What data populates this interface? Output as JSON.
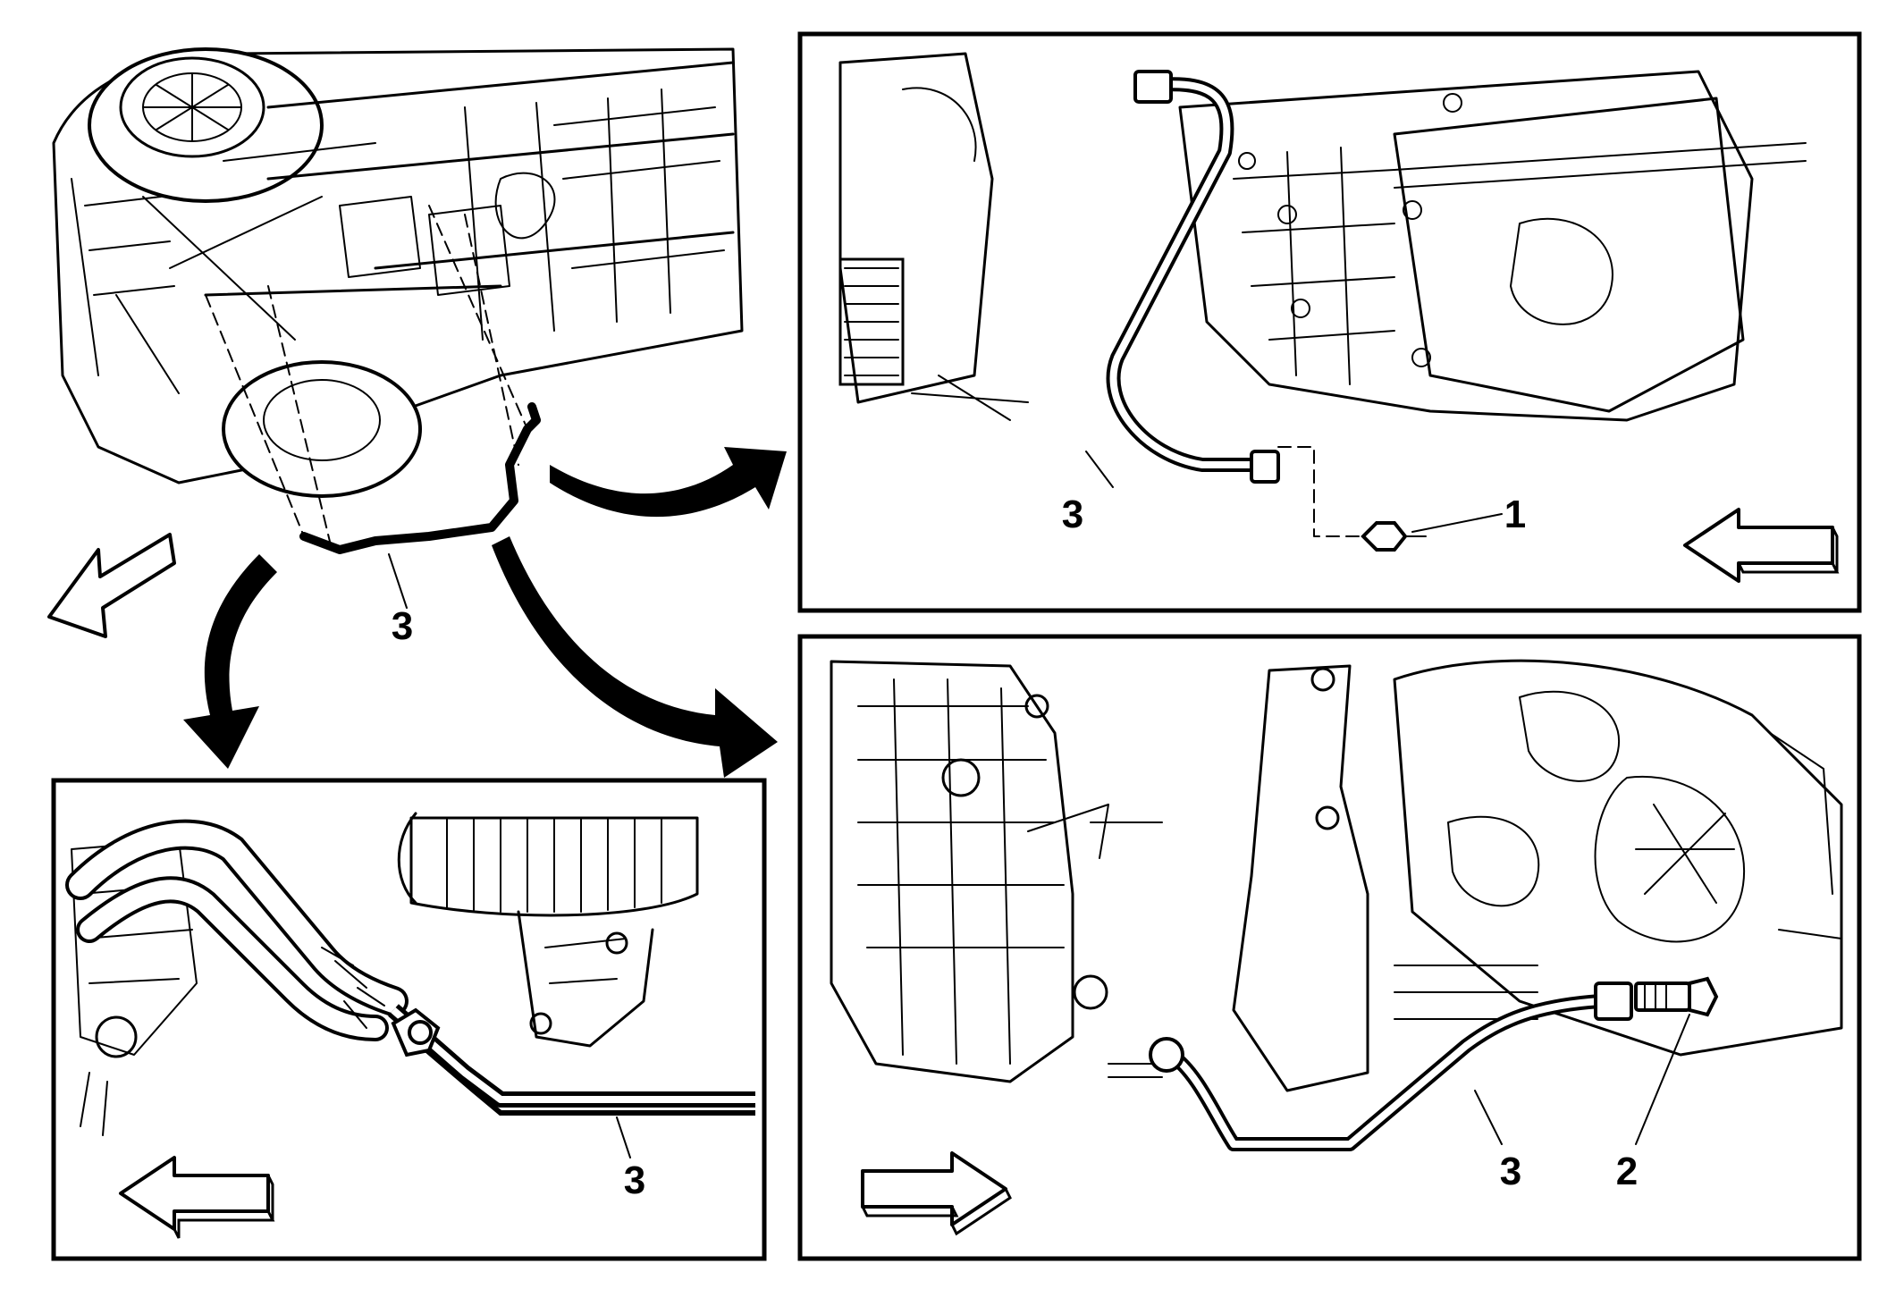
{
  "callouts": {
    "overview_pipe": "3",
    "top_right_pipe": "3",
    "top_right_bolt": "1",
    "bottom_left_pipe": "3",
    "bottom_right_pipe": "3",
    "bottom_right_bolt": "2"
  },
  "icons": {
    "direction_arrow": "hollow-arrow-icon",
    "flow_arrow": "curved-arrow-icon"
  },
  "colors": {
    "ink": "#000000",
    "paper": "#ffffff"
  }
}
